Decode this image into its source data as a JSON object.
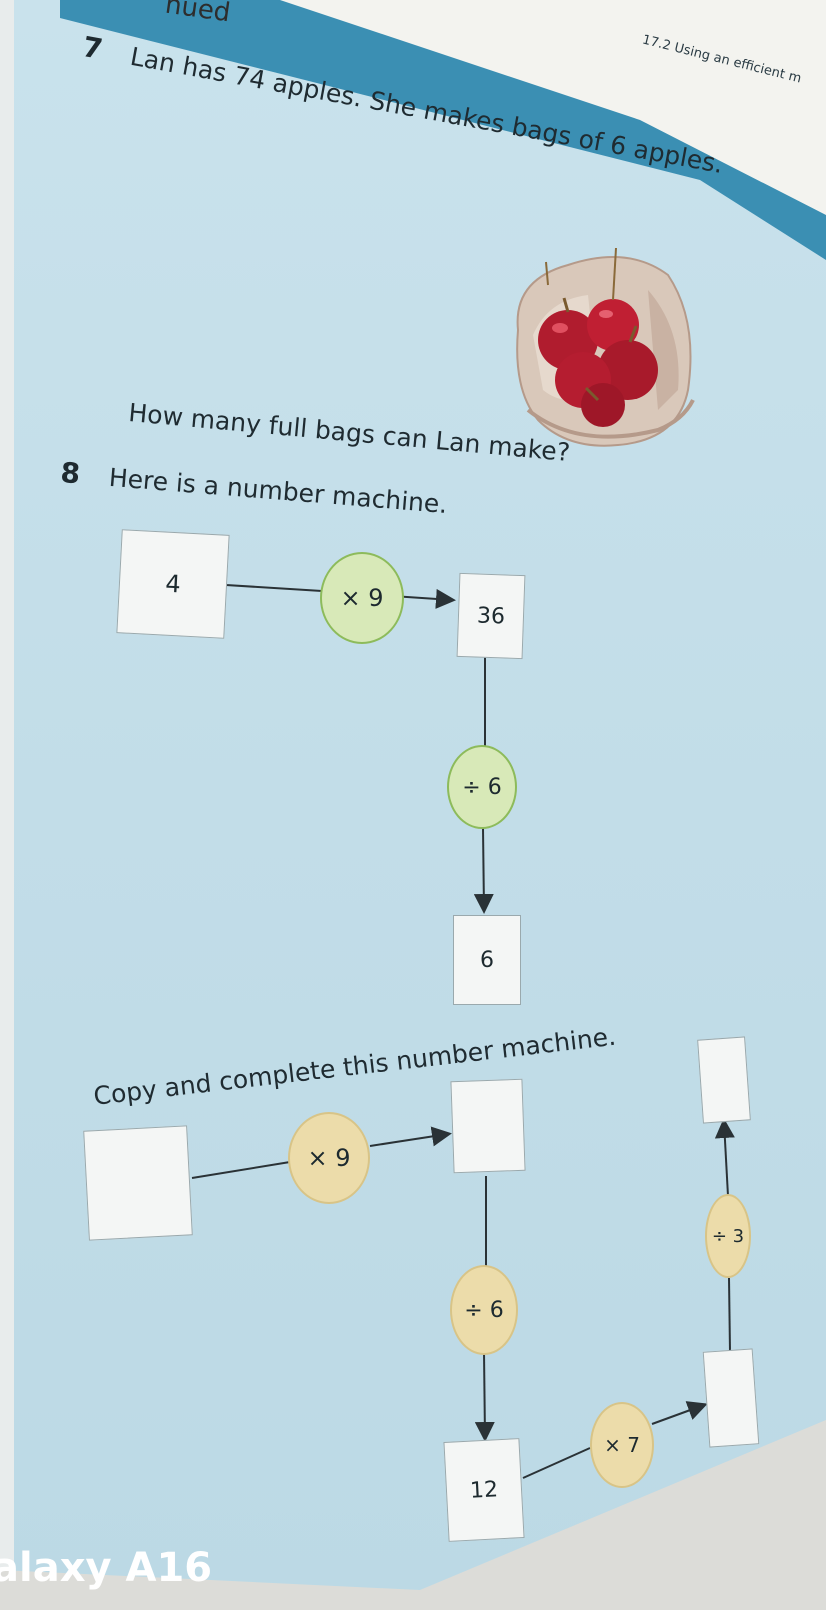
{
  "header": {
    "fragment": "nued",
    "section_ref": "17.2 Using an efficient m"
  },
  "question7": {
    "number": "7",
    "text": "Lan has 74 apples. She makes bags of 6 apples.",
    "prompt": "How many full bags can Lan make?",
    "image_icon": "apple-bag-image"
  },
  "question8": {
    "number": "8",
    "intro": "Here is a number machine.",
    "machine1": {
      "input": "4",
      "op1": "× 9",
      "mid": "36",
      "op2": "÷ 6",
      "output": "6"
    },
    "instruction": "Copy and complete this number machine.",
    "machine2": {
      "input": "",
      "op1": "× 9",
      "box_a": "",
      "op2": "÷ 6",
      "box_b": "12",
      "op3": "× 7",
      "box_c": "",
      "op4": "÷ 3",
      "box_d": ""
    }
  },
  "footer": {
    "device_label": "alaxy A16"
  },
  "colors": {
    "page": "#c4dee9",
    "band": "#3b8fb3",
    "green_op": "#d8e9b8",
    "tan_op": "#ecdcaa"
  }
}
